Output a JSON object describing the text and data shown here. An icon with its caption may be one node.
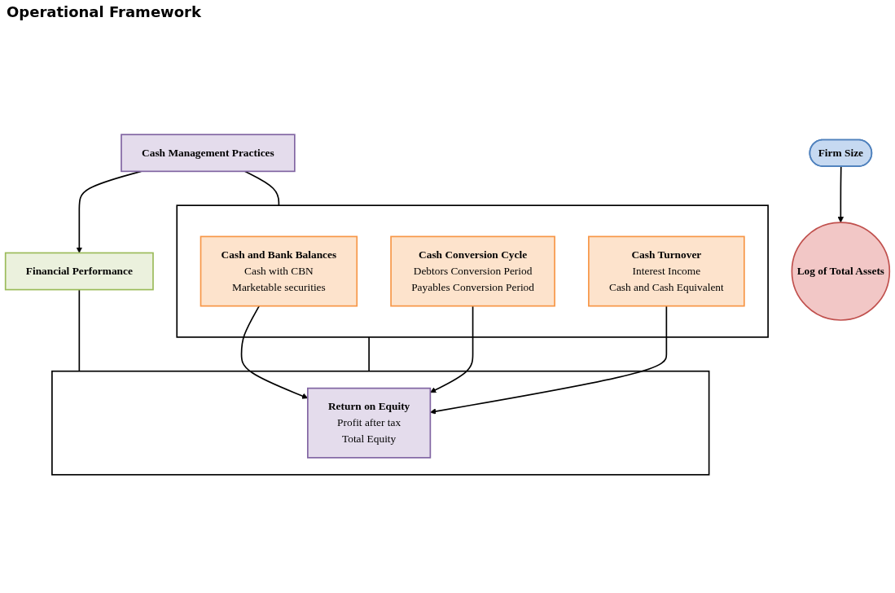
{
  "diagram": {
    "title": "Operational Framework",
    "nodes": [
      {
        "text": [
          "Cash Management Practices"
        ]
      },
      {
        "text": [
          "Firm Size"
        ]
      },
      {
        "text": [
          "Financial Performance"
        ]
      },
      {
        "text": [],
        "shape": "box"
      },
      {
        "text": [
          "Cash and Bank Balances",
          "Cash with CBN",
          "Marketable securities"
        ],
        "in": 3
      },
      {
        "text": [
          "Cash Conversion Cycle",
          "Debtors Conversion Period",
          "Payables Conversion Period"
        ],
        "in": 3
      },
      {
        "text": [
          "Cash Turnover",
          "Interest Income",
          "Cash and Cash Equivalent"
        ],
        "in": 3
      },
      {
        "text": [
          "Log of Total Assets"
        ]
      },
      {
        "text": [],
        "shape": "box"
      },
      {
        "text": [
          "Return on Equity",
          "Profit after tax",
          "Total Equity"
        ],
        "in": 8
      }
    ],
    "edges": [
      {
        "from": 0,
        "to": 2,
        "arrow": "to"
      },
      {
        "from": 0,
        "to": 3,
        "arrow": "none"
      },
      {
        "from": 2,
        "to": 8,
        "arrow": "none"
      },
      {
        "from": 1,
        "to": 7,
        "arrow": "to"
      },
      {
        "from": 4,
        "to": 9,
        "arrow": "to"
      },
      {
        "from": 5,
        "to": 9,
        "arrow": "to"
      },
      {
        "from": 6,
        "to": 9,
        "arrow": "to"
      },
      {
        "from": 3,
        "to": 8,
        "arrow": "none"
      }
    ]
  }
}
